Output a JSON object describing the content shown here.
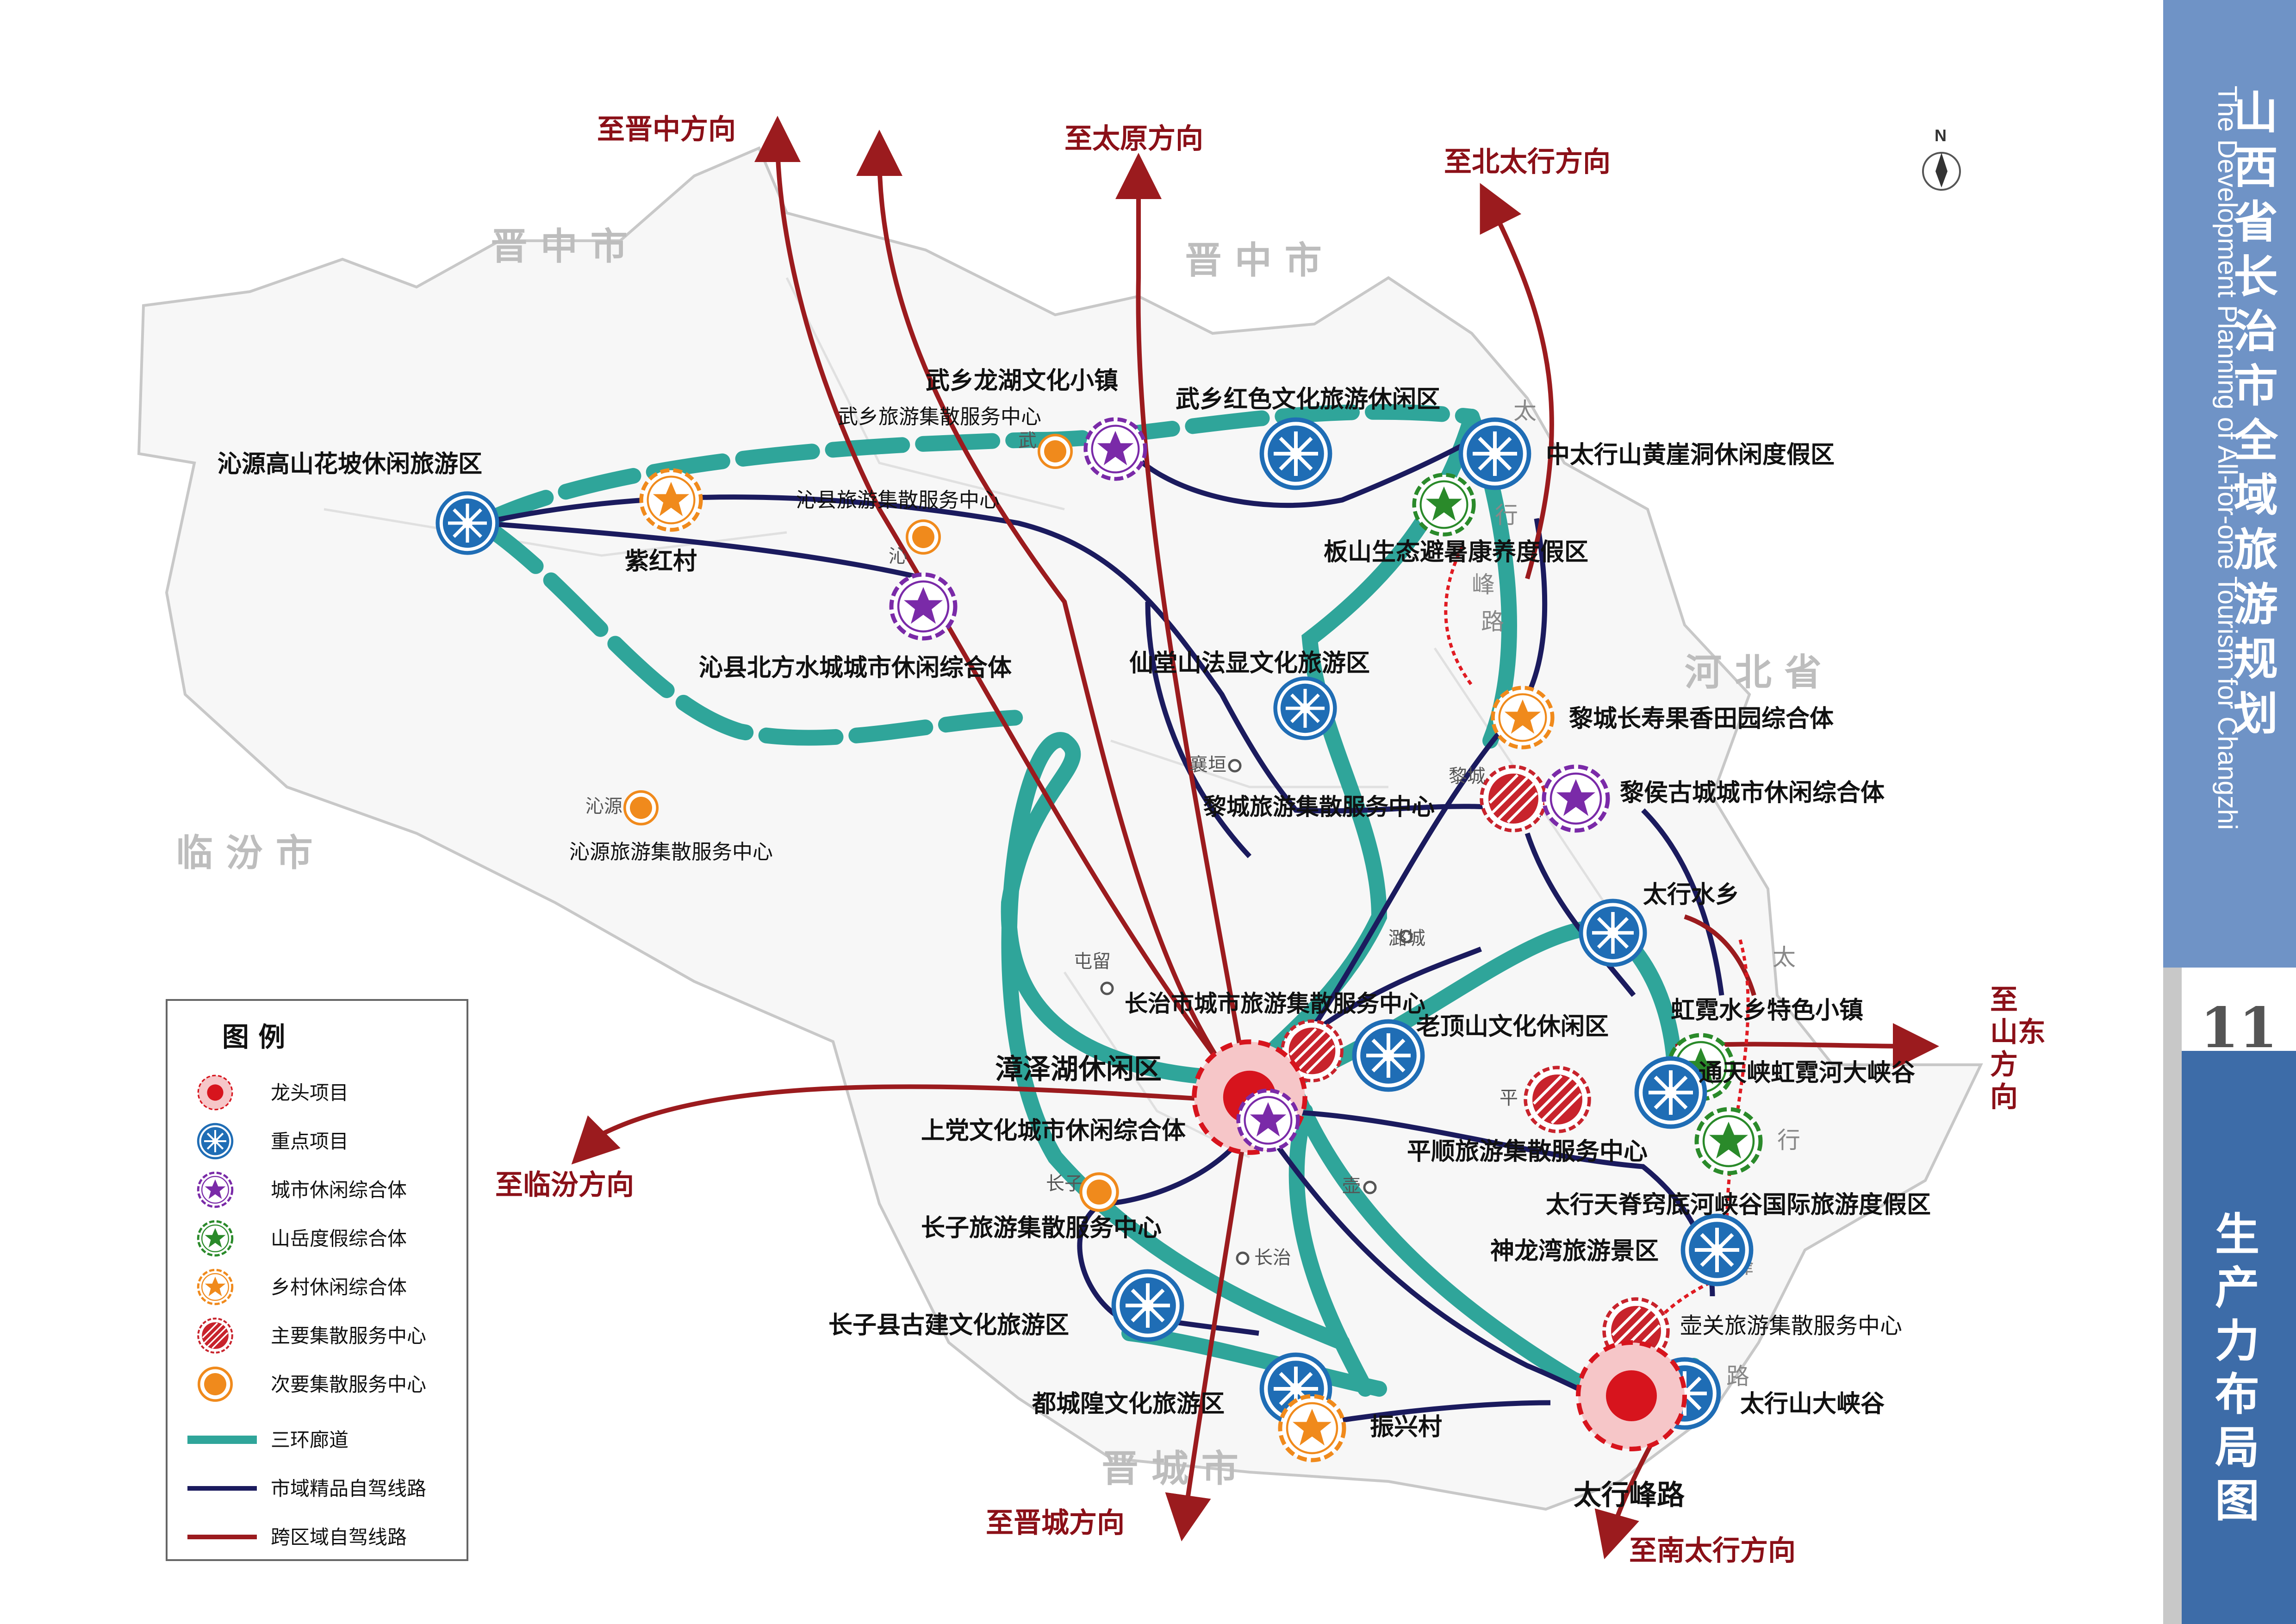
{
  "sidebar": {
    "title": "山西省长治市全域旅游规划",
    "subtitle": "The Development Planning of All-for-one Tourism for Changzhi",
    "page_number": "11",
    "chapter": "生产力布局图"
  },
  "compass_label": "N",
  "neighbors": {
    "jinzhong_1": "晋 中 市",
    "jinzhong_2": "晋          中          市",
    "hebei": "河 北 省",
    "linfen": "临    汾    市",
    "jincheng": "晋    城    市"
  },
  "directions": {
    "jinzhong": "至晋中方向",
    "taiyuan": "至太原方向",
    "north_taihang": "至北太行方向",
    "shandong": "至山东方向",
    "linfen": "至临汾方向",
    "jincheng": "至晋城方向",
    "south_taihang": "至南太行方向"
  },
  "places": {
    "qinyuan_flower": "沁源高山花坡休闲旅游区",
    "zihong": "紫红村",
    "wuxiang_longhu": "武乡龙湖文化小镇",
    "wuxiang_center": "武乡旅游集散服务中心",
    "wuxiang_red": "武乡红色文化旅游休闲区",
    "qinxian_center": "沁县旅游集散服务中心",
    "zhongtaihang": "中太行山黄崖洞休闲度假区",
    "banshan": "板山生态避暑康养度假区",
    "qinxian_north": "沁县北方水城城市休闲综合体",
    "xiantang": "仙堂山法显文化旅游区",
    "licheng_longevity": "黎城长寿果香田园综合体",
    "licheng_center": "黎城旅游集散服务中心",
    "lihou": "黎侯古城城市休闲综合体",
    "qinyuan_center": "沁源旅游集散服务中心",
    "taihang_water": "太行水乡",
    "hongni": "虹霓水乡特色小镇",
    "tongtian": "通天峡虹霓河大峡谷",
    "changzhi_center": "长治市城市旅游集散服务中心",
    "laoding": "老顶山文化休闲区",
    "zhangze": "漳泽湖休闲区",
    "shangdang": "上党文化城市休闲综合体",
    "pingshun_center": "平顺旅游集散服务中心",
    "tianji": "太行天脊窍底河峡谷国际旅游度假区",
    "zhangzi_center": "长子旅游集散服务中心",
    "shenlongwan": "神龙湾旅游景区",
    "zhangzi_ancient": "长子县古建文化旅游区",
    "huguan_center": "壶关旅游集散服务中心",
    "duchenghuang": "都城隍文化旅游区",
    "zhenxing": "振兴村",
    "taihang_canyon": "太行山大峡谷",
    "taihang_peak": "太行峰路"
  },
  "towns": {
    "xiangyuan": "襄垣",
    "tunliu": "屯留",
    "lucheng": "潞城",
    "changzhi": "长治",
    "hu": "壶",
    "wu": "武",
    "qin": "沁",
    "qinyuan_short": "沁源",
    "li": "黎城",
    "zhang": "长子",
    "ping": "平"
  },
  "route_labels": {
    "tai1": "太",
    "xing1": "行",
    "feng1": "峰",
    "lu1": "路",
    "tai2": "太",
    "xing2": "行",
    "feng2": "峰",
    "lu2": "路"
  },
  "legend": {
    "title": "图    例",
    "items": [
      "龙头项目",
      "重点项目",
      "城市休闲综合体",
      "山岳度假综合体",
      "乡村休闲综合体",
      "主要集散服务中心",
      "次要集散服务中心",
      "三环廊道",
      "市域精品自驾线路",
      "跨区域自驾线路"
    ]
  },
  "colors": {
    "corridor": "#2fa59a",
    "selfdrive": "#1b1b5e",
    "crossregion": "#9b1b1e",
    "key_project": "#1f6db5",
    "flagship": "#d7141d",
    "city_complex": "#7a2aa8",
    "mountain": "#2a8a2a",
    "village": "#f08a1c",
    "main_center": "#c8232c",
    "secondary_center": "#f08a1c",
    "sidebar_light": "#6f93c6",
    "sidebar_dark": "#3d6ca8"
  }
}
